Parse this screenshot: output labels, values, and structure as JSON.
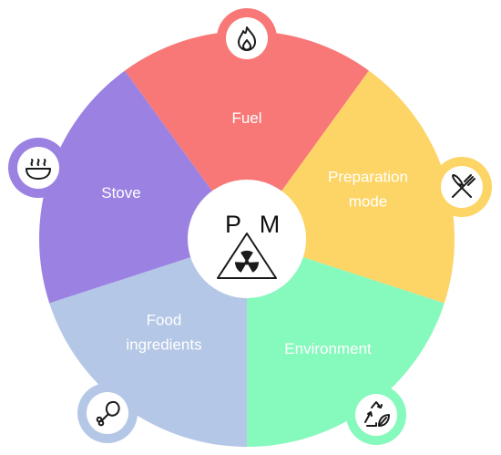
{
  "center": {
    "text_left": "P",
    "text_right": "M",
    "symbol": "radiation-warning-icon"
  },
  "segments": [
    {
      "id": "fuel",
      "lines": [
        "Fuel"
      ],
      "color": "#f87878",
      "icon": "flame-icon"
    },
    {
      "id": "preparation",
      "lines": [
        "Preparation",
        "mode"
      ],
      "color": "#fdd566",
      "icon": "fork-knife-icon"
    },
    {
      "id": "environment",
      "lines": [
        "Environment"
      ],
      "color": "#86f9bd",
      "icon": "recycle-leaf-icon"
    },
    {
      "id": "food",
      "lines": [
        "Food",
        "ingredients"
      ],
      "color": "#b5c7e6",
      "icon": "drumstick-icon"
    },
    {
      "id": "stove",
      "lines": [
        "Stove"
      ],
      "color": "#9b82e2",
      "icon": "stove-burner-icon"
    }
  ]
}
